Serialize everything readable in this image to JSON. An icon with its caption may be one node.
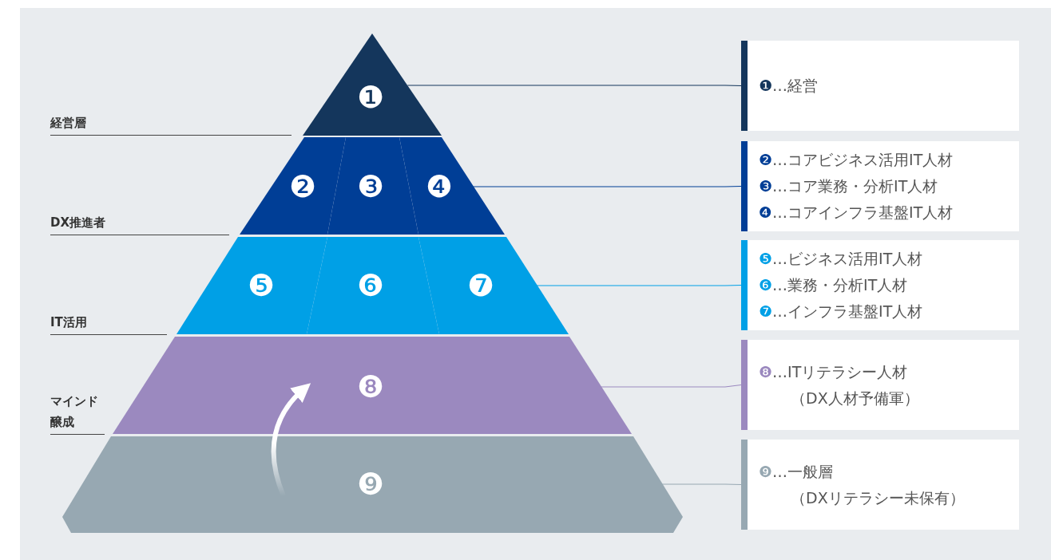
{
  "diagram": {
    "nodes": [
      {
        "text": [
          "❶"
        ]
      },
      {
        "text": [
          "❷"
        ]
      },
      {
        "text": [
          "❸"
        ]
      },
      {
        "text": [
          "❹"
        ]
      },
      {
        "text": [
          "❺"
        ]
      },
      {
        "text": [
          "❻"
        ]
      },
      {
        "text": [
          "❼"
        ]
      },
      {
        "text": [
          "❽"
        ]
      },
      {
        "text": [
          "❾"
        ]
      },
      {
        "text": [
          "❶…経営"
        ]
      },
      {
        "text": [
          "❷…コアビジネス活用IT人材",
          "❸…コア業務・分析IT人材",
          "❹…コアインフラ基盤IT人材"
        ]
      },
      {
        "text": [
          "❺…ビジネス活用IT人材",
          "❻…業務・分析IT人材",
          "❼…インフラ基盤IT人材"
        ]
      },
      {
        "text": [
          "❽…ITリテラシー人材",
          "（DX人材予備軍）"
        ]
      },
      {
        "text": [
          "❾…一般層",
          "（DXリテラシー未保有）"
        ]
      }
    ],
    "edges": [
      {
        "from": 0,
        "to": 9,
        "arrow": "none",
        "color": "#14365c"
      },
      {
        "from": 3,
        "to": 10,
        "arrow": "none",
        "color": "#003e96"
      },
      {
        "from": 6,
        "to": 11,
        "arrow": "none",
        "color": "#00a0e6"
      },
      {
        "from": 7,
        "to": 12,
        "arrow": "none",
        "color": "#9b89bf"
      },
      {
        "from": 8,
        "to": 13,
        "arrow": "none",
        "color": "#97a8b2"
      },
      {
        "from": 8,
        "to": 7,
        "arrow": "to",
        "style": "thick",
        "color": "#ffffff"
      }
    ],
    "labels": [
      "経営層",
      "DX推進者",
      "IT活用",
      "マインド醸成"
    ]
  }
}
